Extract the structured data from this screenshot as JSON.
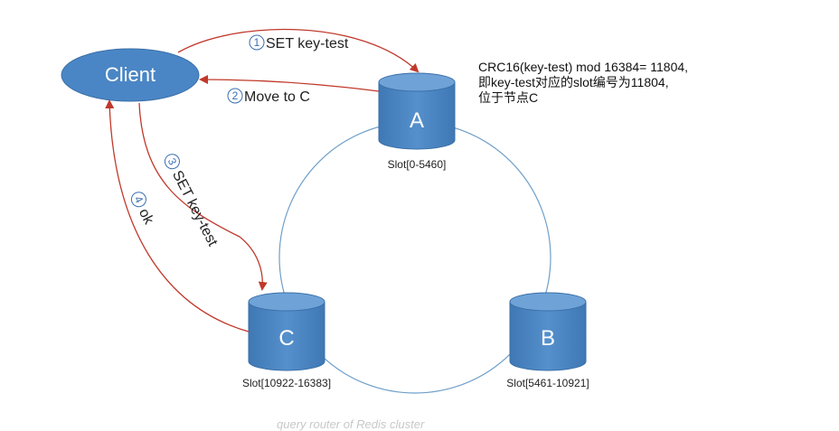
{
  "client": {
    "label": "Client"
  },
  "nodes": [
    {
      "id": "A",
      "label": "A",
      "slot": "Slot[0-5460]"
    },
    {
      "id": "B",
      "label": "B",
      "slot": "Slot[5461-10921]"
    },
    {
      "id": "C",
      "label": "C",
      "slot": "Slot[10922-16383]"
    }
  ],
  "steps": [
    {
      "num": "1",
      "text": "SET key-test"
    },
    {
      "num": "2",
      "text": "Move to C"
    },
    {
      "num": "3",
      "text": "SET key-test"
    },
    {
      "num": "4",
      "text": "ok"
    }
  ],
  "note": {
    "line1": "CRC16(key-test) mod 16384= 11804,",
    "line2": "即key-test对应的slot编号为11804,",
    "line3": "位于节点C"
  },
  "caption": "query router of Redis cluster",
  "colors": {
    "node_fill": "#4a86c5",
    "node_edge": "#3a6fa8",
    "arrow": "#c0392b",
    "ring": "#6f9fc9"
  }
}
